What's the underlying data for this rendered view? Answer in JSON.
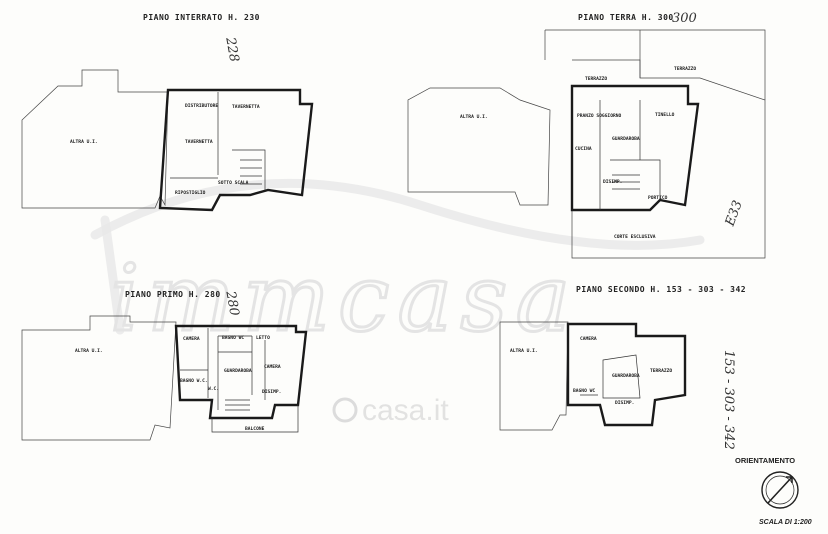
{
  "floors": {
    "interrato": {
      "title": "PIANO INTERRATO H. 230",
      "hand_note": "228",
      "neighbour": "ALTRA U.I.",
      "rooms": {
        "distributore": "DISTRIBUTORE",
        "tavernetta": "TAVERNETTA",
        "tavernetta2": "TAVERNETTA",
        "ripostiglio": "RIPOSTIGLIO",
        "sotto_scala": "SOTTO SCALA"
      }
    },
    "terra": {
      "title": "PIANO TERRA H. 300",
      "hand_note": "300",
      "hand_note2": "E33",
      "neighbour": "ALTRA U.I.",
      "rooms": {
        "terrazzo1": "TERRAZZO",
        "terrazzo2": "TERRAZZO",
        "pranzo": "PRANZO SOGGIORNO",
        "tinello": "TINELLO",
        "guardaroba": "GUARDAROBA",
        "cucina": "CUCINA",
        "disimpegno": "DISIMP.",
        "portico": "PORTICO",
        "corte": "CORTE ESCLUSIVA"
      }
    },
    "primo": {
      "title": "PIANO PRIMO H. 280",
      "hand_note": "280",
      "neighbour": "ALTRA U.I.",
      "rooms": {
        "camera1": "CAMERA",
        "bagno_wc": "BAGNO WC",
        "letto": "LETTO",
        "guardaroba": "GUARDAROBA",
        "camera2": "CAMERA",
        "bagno": "BAGNO W.C.",
        "disimp": "DISIMP.",
        "wc": "W.C.",
        "balcone": "BALCONE"
      }
    },
    "secondo": {
      "title": "PIANO SECONDO H. 153 - 303 - 342",
      "hand_note": "153 - 303 - 342",
      "neighbour": "ALTRA U.I.",
      "rooms": {
        "camera": "CAMERA",
        "guardaroba": "GUARDAROBA",
        "terrazzo": "TERRAZZO",
        "bagno": "BAGNO WC",
        "disimp": "DISIMP."
      }
    }
  },
  "watermark": {
    "script": "immcasa",
    "logo_text": "casa.it"
  },
  "legend": {
    "orientation": "ORIENTAMENTO",
    "scale": "SCALA DI 1:200"
  }
}
